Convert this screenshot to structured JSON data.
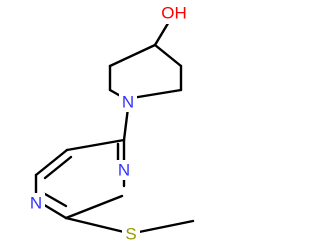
{
  "structure": {
    "atoms": [
      {
        "id": "hydroxyl-oxygen-label",
        "text": "OH",
        "color": "#ff0000"
      },
      {
        "id": "piperidine-nitrogen-label",
        "text": "N",
        "color": "#3333ff"
      },
      {
        "id": "pyrimidine-nitrogen-3-label",
        "text": "N",
        "color": "#3333ff"
      },
      {
        "id": "pyrimidine-nitrogen-1-label",
        "text": "N",
        "color": "#3333ff"
      },
      {
        "id": "sulfur-label",
        "text": "S",
        "color": "#999900"
      }
    ]
  }
}
